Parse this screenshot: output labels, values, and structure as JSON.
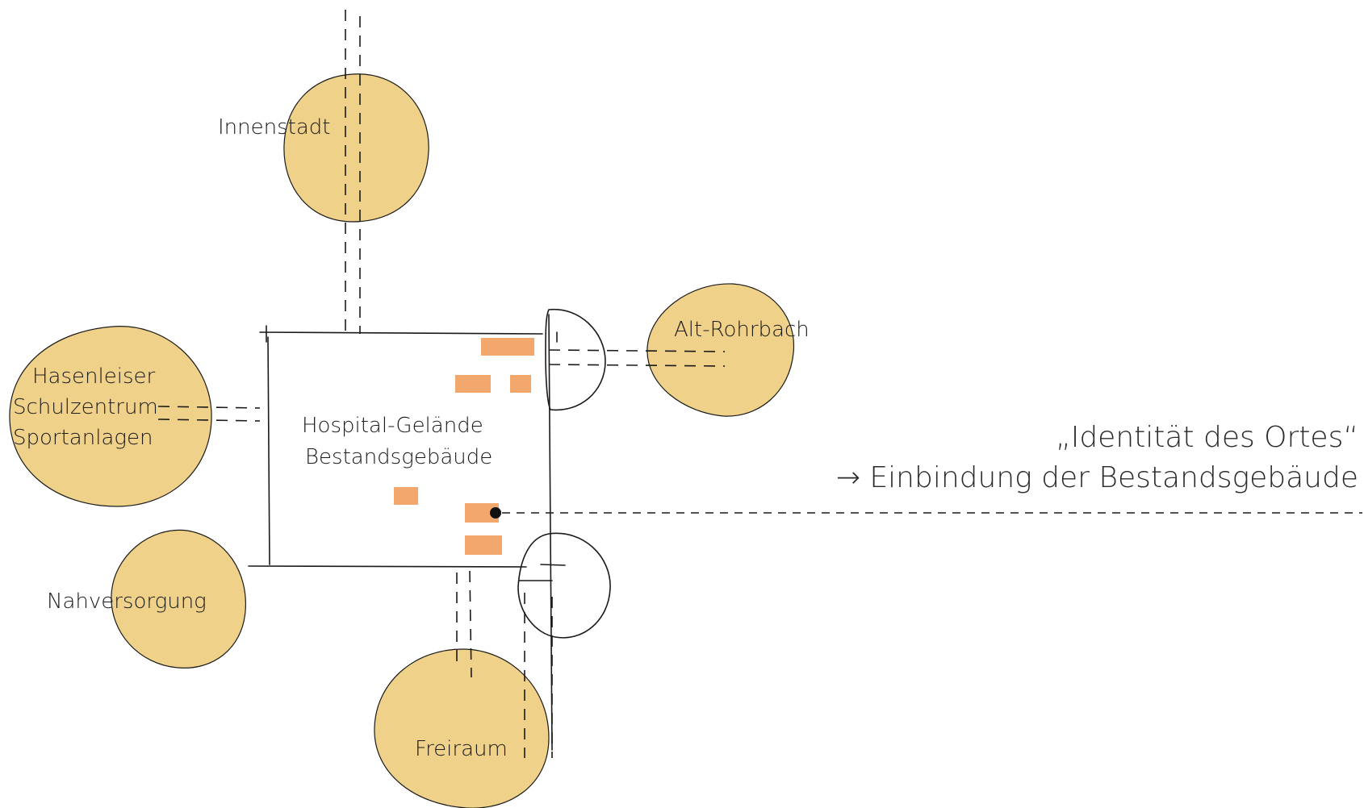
{
  "diagram": {
    "colors": {
      "node_fill": "#efd18a",
      "building_fill": "#f2a76d",
      "ink": "#1a1a1a"
    },
    "nodes": {
      "innenstadt": "Innenstadt",
      "alt_rohrbach": "Alt-Rohrbach",
      "hasenleiser": [
        "Hasenleiser",
        "Schulzentrum",
        "Sportanlagen"
      ],
      "nahversorgung": "Nahversorgung",
      "freiraum": "Freiraum"
    },
    "center": [
      "Hospital-Gelände",
      "Bestandsgebäude"
    ],
    "annotation": [
      "„Identität des Ortes“",
      "→ Einbindung der Bestandsgebäude"
    ]
  }
}
